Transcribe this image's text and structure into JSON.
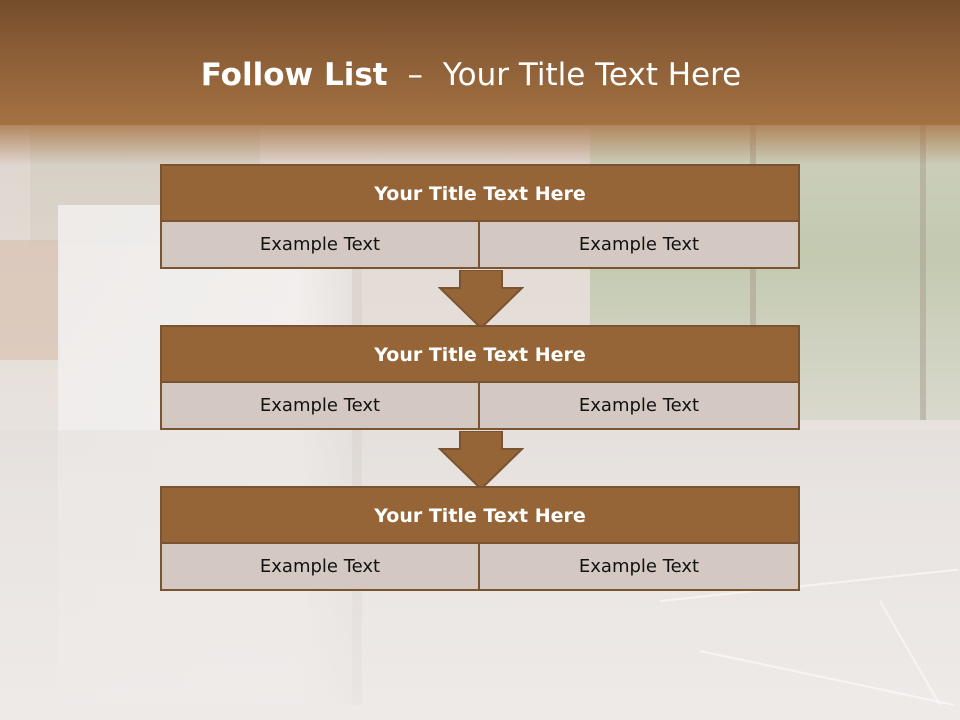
{
  "slide": {
    "title_bold": "Follow List",
    "title_dash": "–",
    "title_rest": "Your Title Text Here"
  },
  "blocks": [
    {
      "header": "Your Title Text Here",
      "left": "Example Text",
      "right": "Example Text"
    },
    {
      "header": "Your Title Text Here",
      "left": "Example Text",
      "right": "Example Text"
    },
    {
      "header": "Your Title Text Here",
      "left": "Example Text",
      "right": "Example Text"
    }
  ],
  "colors": {
    "header_band": "#8a5d36",
    "block_header": "#956538",
    "block_body": "#d4c9c2",
    "border": "#7a5430",
    "arrow": "#956538"
  },
  "icons": [
    "down-arrow-icon",
    "down-arrow-icon"
  ]
}
